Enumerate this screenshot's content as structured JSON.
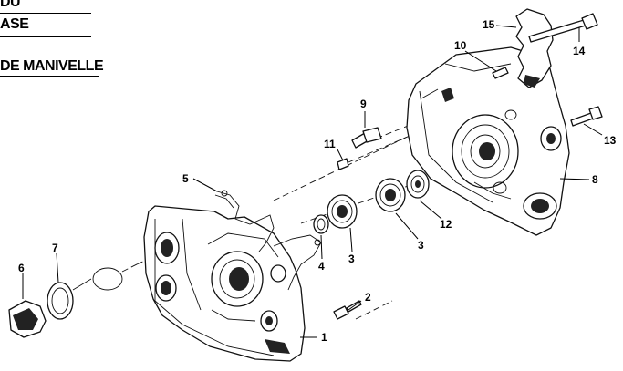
{
  "header": {
    "line1": "DU",
    "line2": "ASE",
    "line3": "DE MANIVELLE"
  },
  "callouts": {
    "c1": "1",
    "c2": "2",
    "c3a": "3",
    "c3b": "3",
    "c4": "4",
    "c5": "5",
    "c6": "6",
    "c7": "7",
    "c8": "8",
    "c9": "9",
    "c10": "10",
    "c11": "11",
    "c12": "12",
    "c13": "13",
    "c14": "14",
    "c15": "15"
  }
}
